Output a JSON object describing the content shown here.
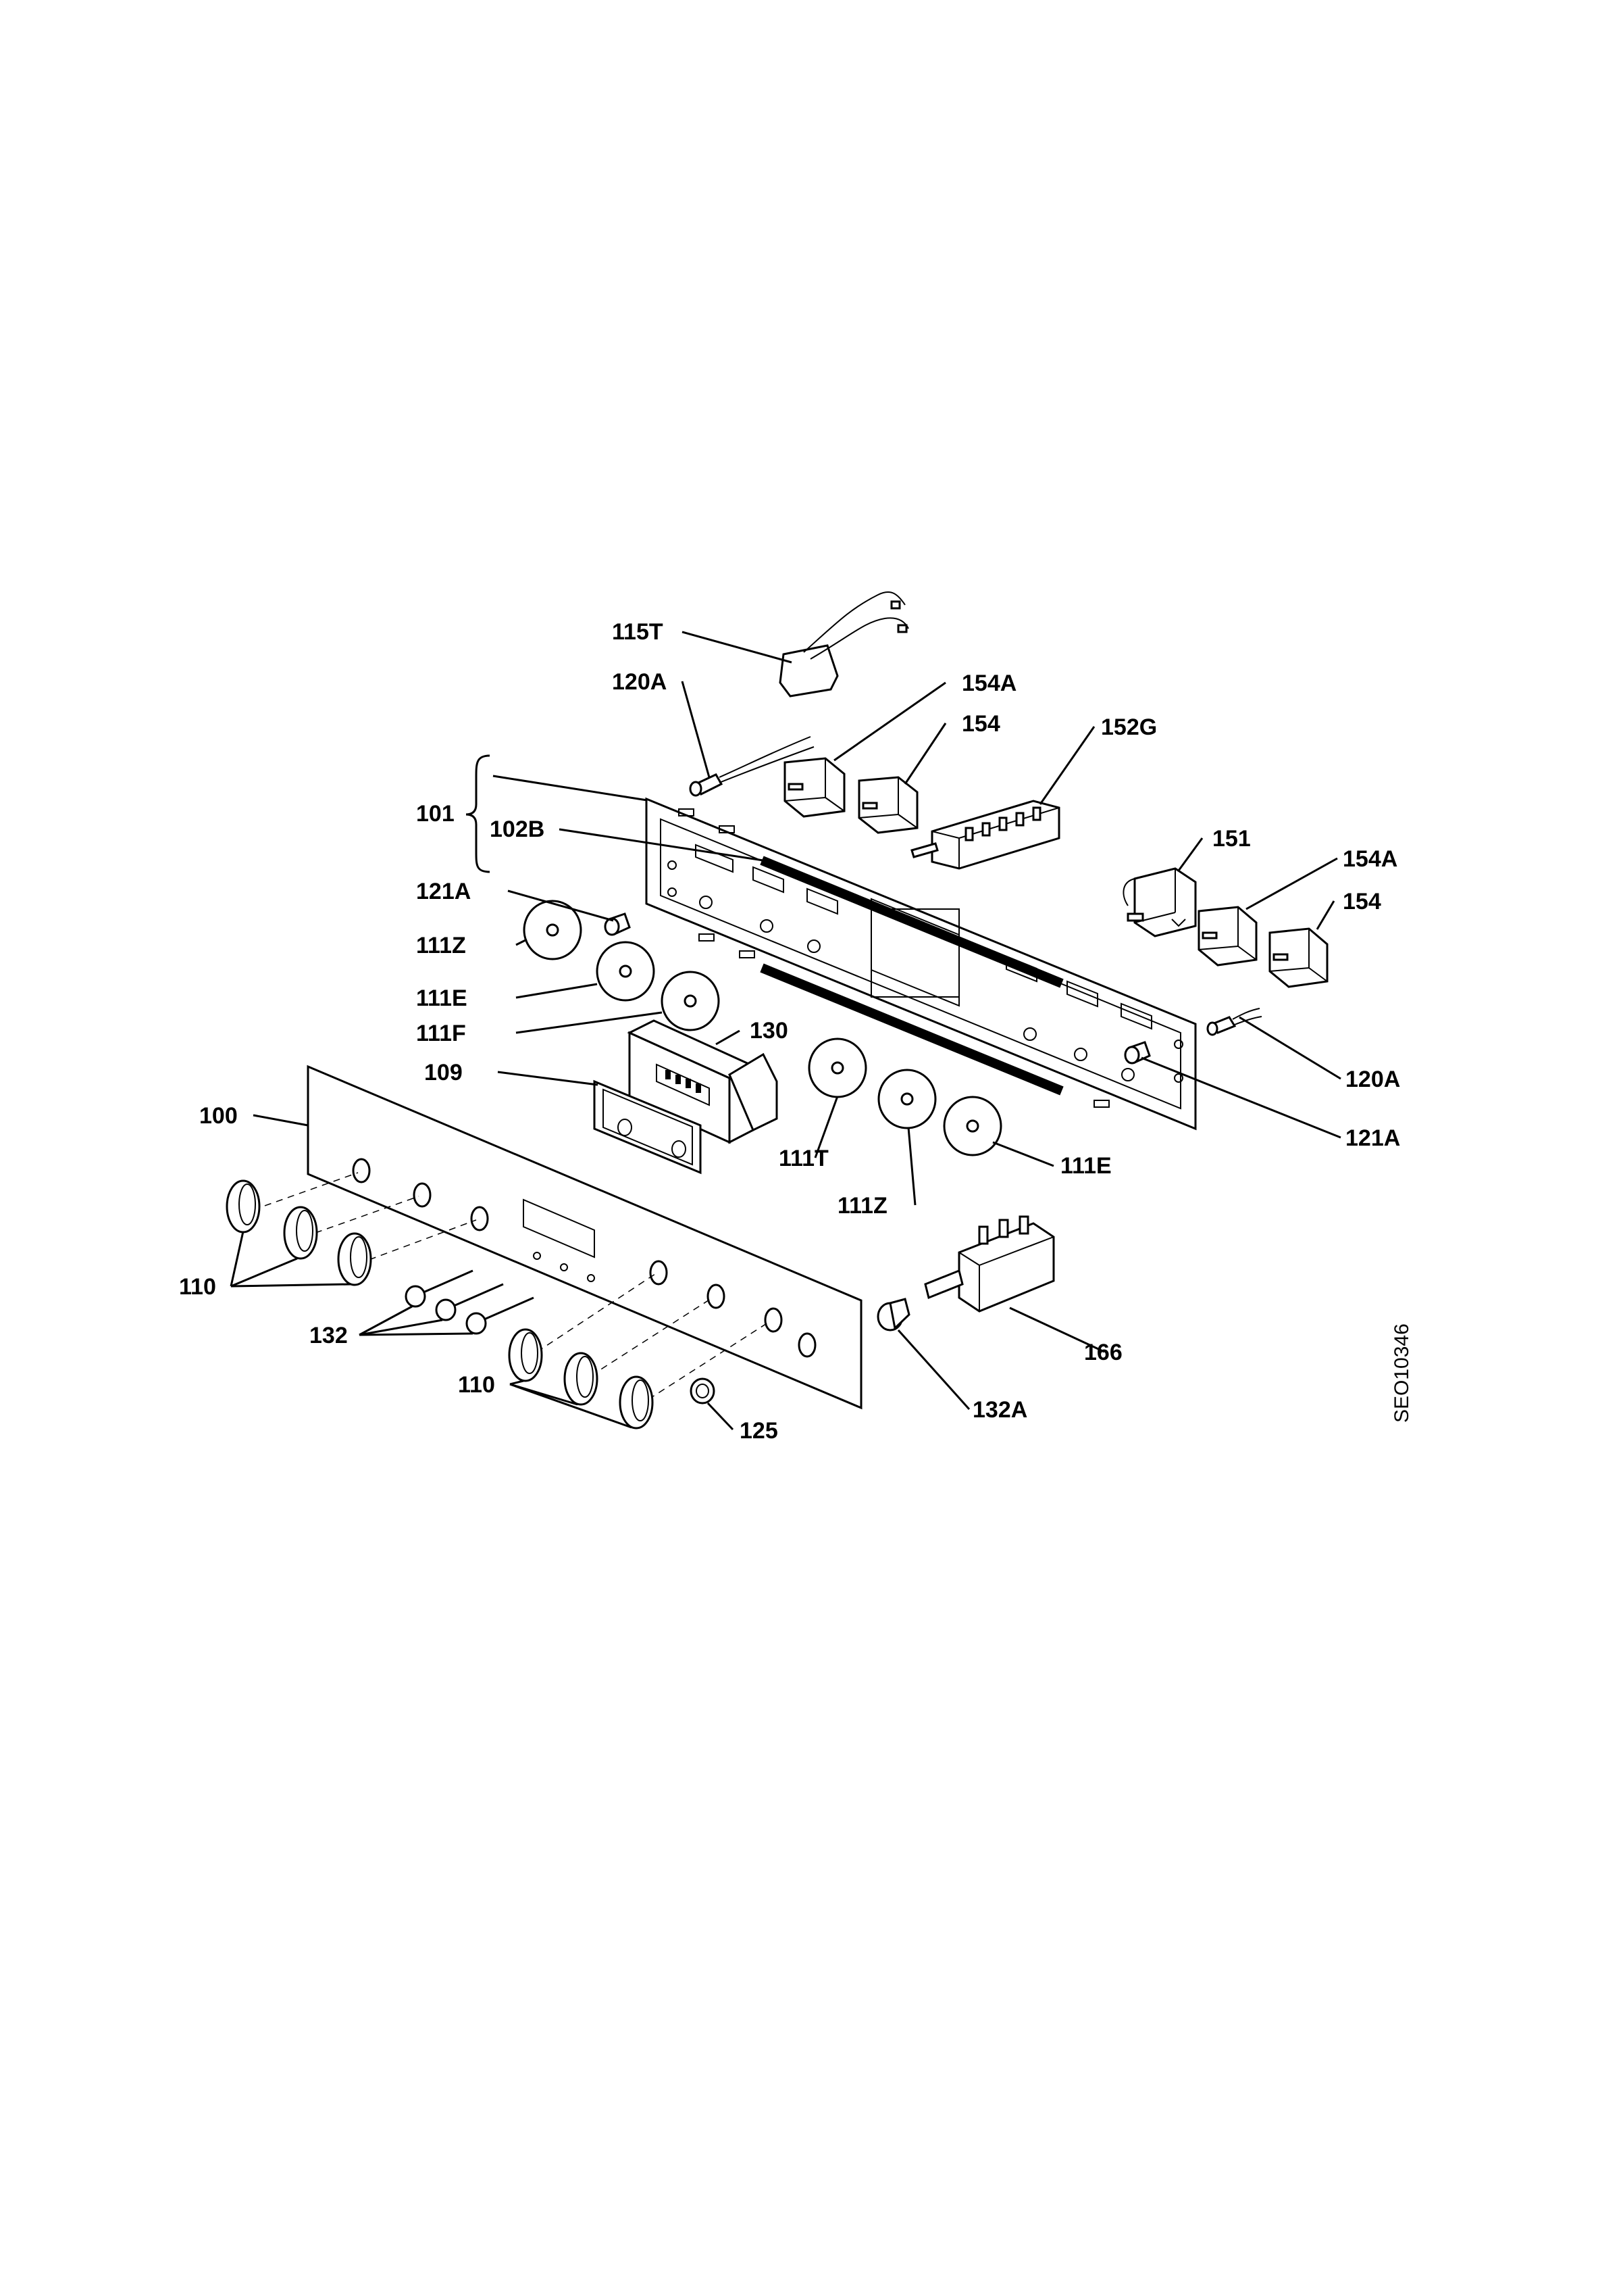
{
  "diagram": {
    "reference_code": "SEO10346",
    "labels": [
      {
        "id": "115T",
        "text": "115T"
      },
      {
        "id": "120A_top",
        "text": "120A"
      },
      {
        "id": "154A_top",
        "text": "154A"
      },
      {
        "id": "154_top",
        "text": "154"
      },
      {
        "id": "152G",
        "text": "152G"
      },
      {
        "id": "101",
        "text": "101"
      },
      {
        "id": "102B",
        "text": "102B"
      },
      {
        "id": "151",
        "text": "151"
      },
      {
        "id": "154A_right",
        "text": "154A"
      },
      {
        "id": "154_right",
        "text": "154"
      },
      {
        "id": "121A_left",
        "text": "121A"
      },
      {
        "id": "111Z_left",
        "text": "111Z"
      },
      {
        "id": "111E_left",
        "text": "111E"
      },
      {
        "id": "111F",
        "text": "111F"
      },
      {
        "id": "130",
        "text": "130"
      },
      {
        "id": "109",
        "text": "109"
      },
      {
        "id": "120A_right",
        "text": "120A"
      },
      {
        "id": "121A_right",
        "text": "121A"
      },
      {
        "id": "100",
        "text": "100"
      },
      {
        "id": "111T",
        "text": "111T"
      },
      {
        "id": "111E_right",
        "text": "111E"
      },
      {
        "id": "111Z_bottom",
        "text": "111Z"
      },
      {
        "id": "110_top",
        "text": "110"
      },
      {
        "id": "132",
        "text": "132"
      },
      {
        "id": "166",
        "text": "166"
      },
      {
        "id": "110_bottom",
        "text": "110"
      },
      {
        "id": "132A",
        "text": "132A"
      },
      {
        "id": "125",
        "text": "125"
      }
    ]
  }
}
